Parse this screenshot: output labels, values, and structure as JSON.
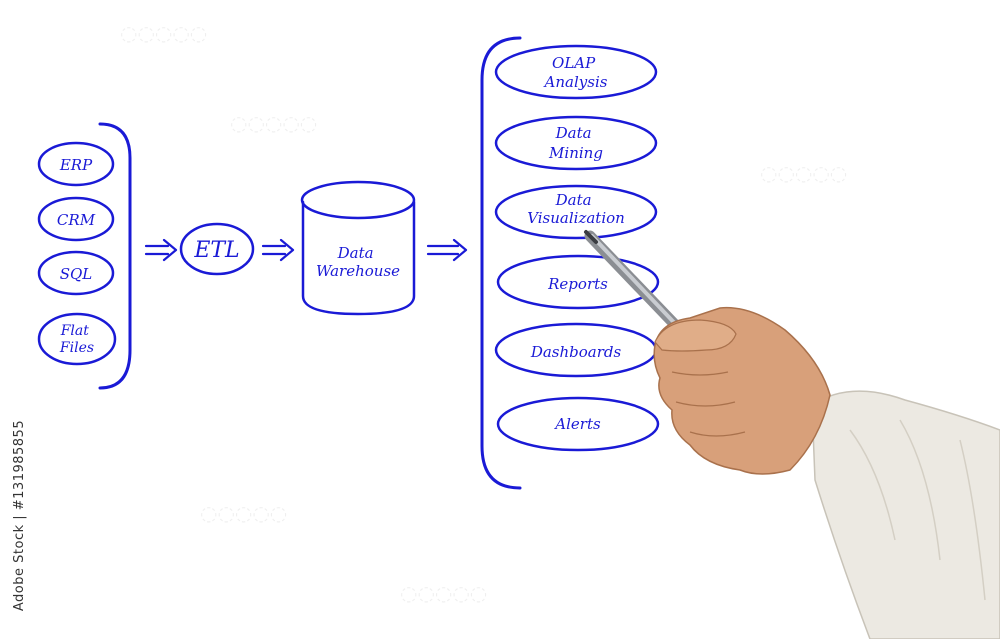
{
  "diagram": {
    "sources": [
      "ERP",
      "CRM",
      "SQL",
      "Flat Files"
    ],
    "etl": "ETL",
    "warehouse": "Data Warehouse",
    "outputs": [
      "OLAP Analysis",
      "Data Mining",
      "Data Visualization",
      "Reports",
      "Dashboards",
      "Alerts"
    ]
  },
  "watermark": "Adobe Stock | #131985855",
  "colors": {
    "ink": "#1a1ad6",
    "background": "#ffffff",
    "sleeve": "#ece9e2",
    "skin": "#d8a07a"
  }
}
